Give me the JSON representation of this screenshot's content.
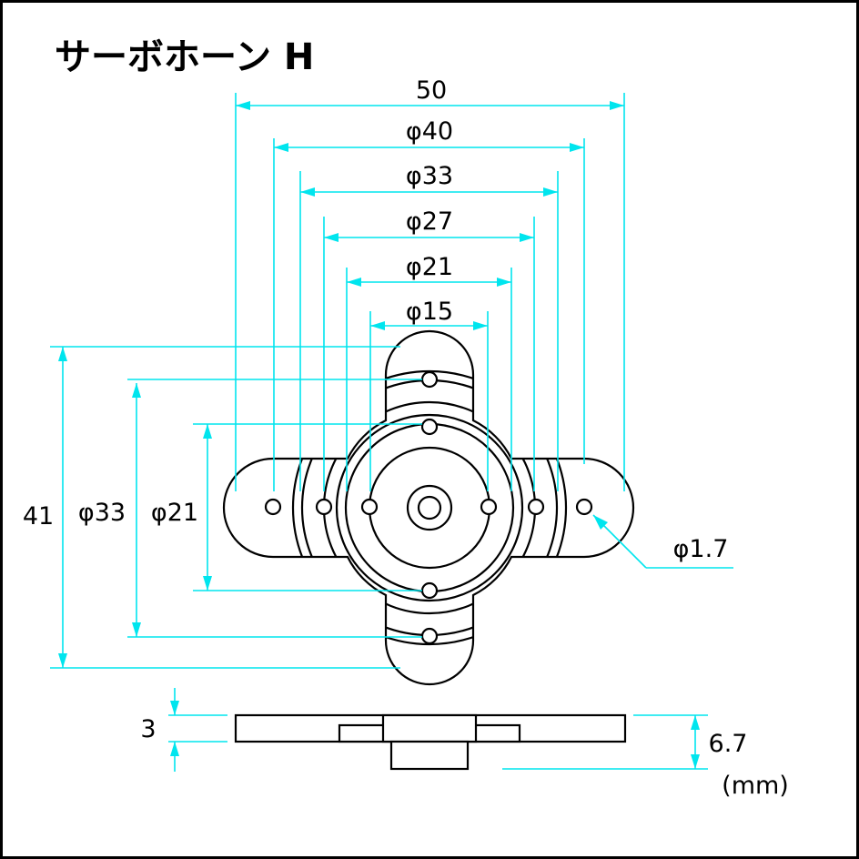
{
  "title": "サーボホーン H",
  "dimension_labels": {
    "width_overall": "50",
    "dia_40": "φ40",
    "dia_33": "φ33",
    "dia_27": "φ27",
    "dia_21": "φ21",
    "dia_15": "φ15",
    "height_overall": "41",
    "vertical_dia_33": "φ33",
    "vertical_dia_21": "φ21",
    "hole_dia": "φ1.7",
    "plate_thickness": "3",
    "total_height": "6.7",
    "unit": "(mm)"
  },
  "colors": {
    "dimension_lines": "#00e5ee",
    "part_outline": "#000000",
    "frame": "#000000"
  }
}
